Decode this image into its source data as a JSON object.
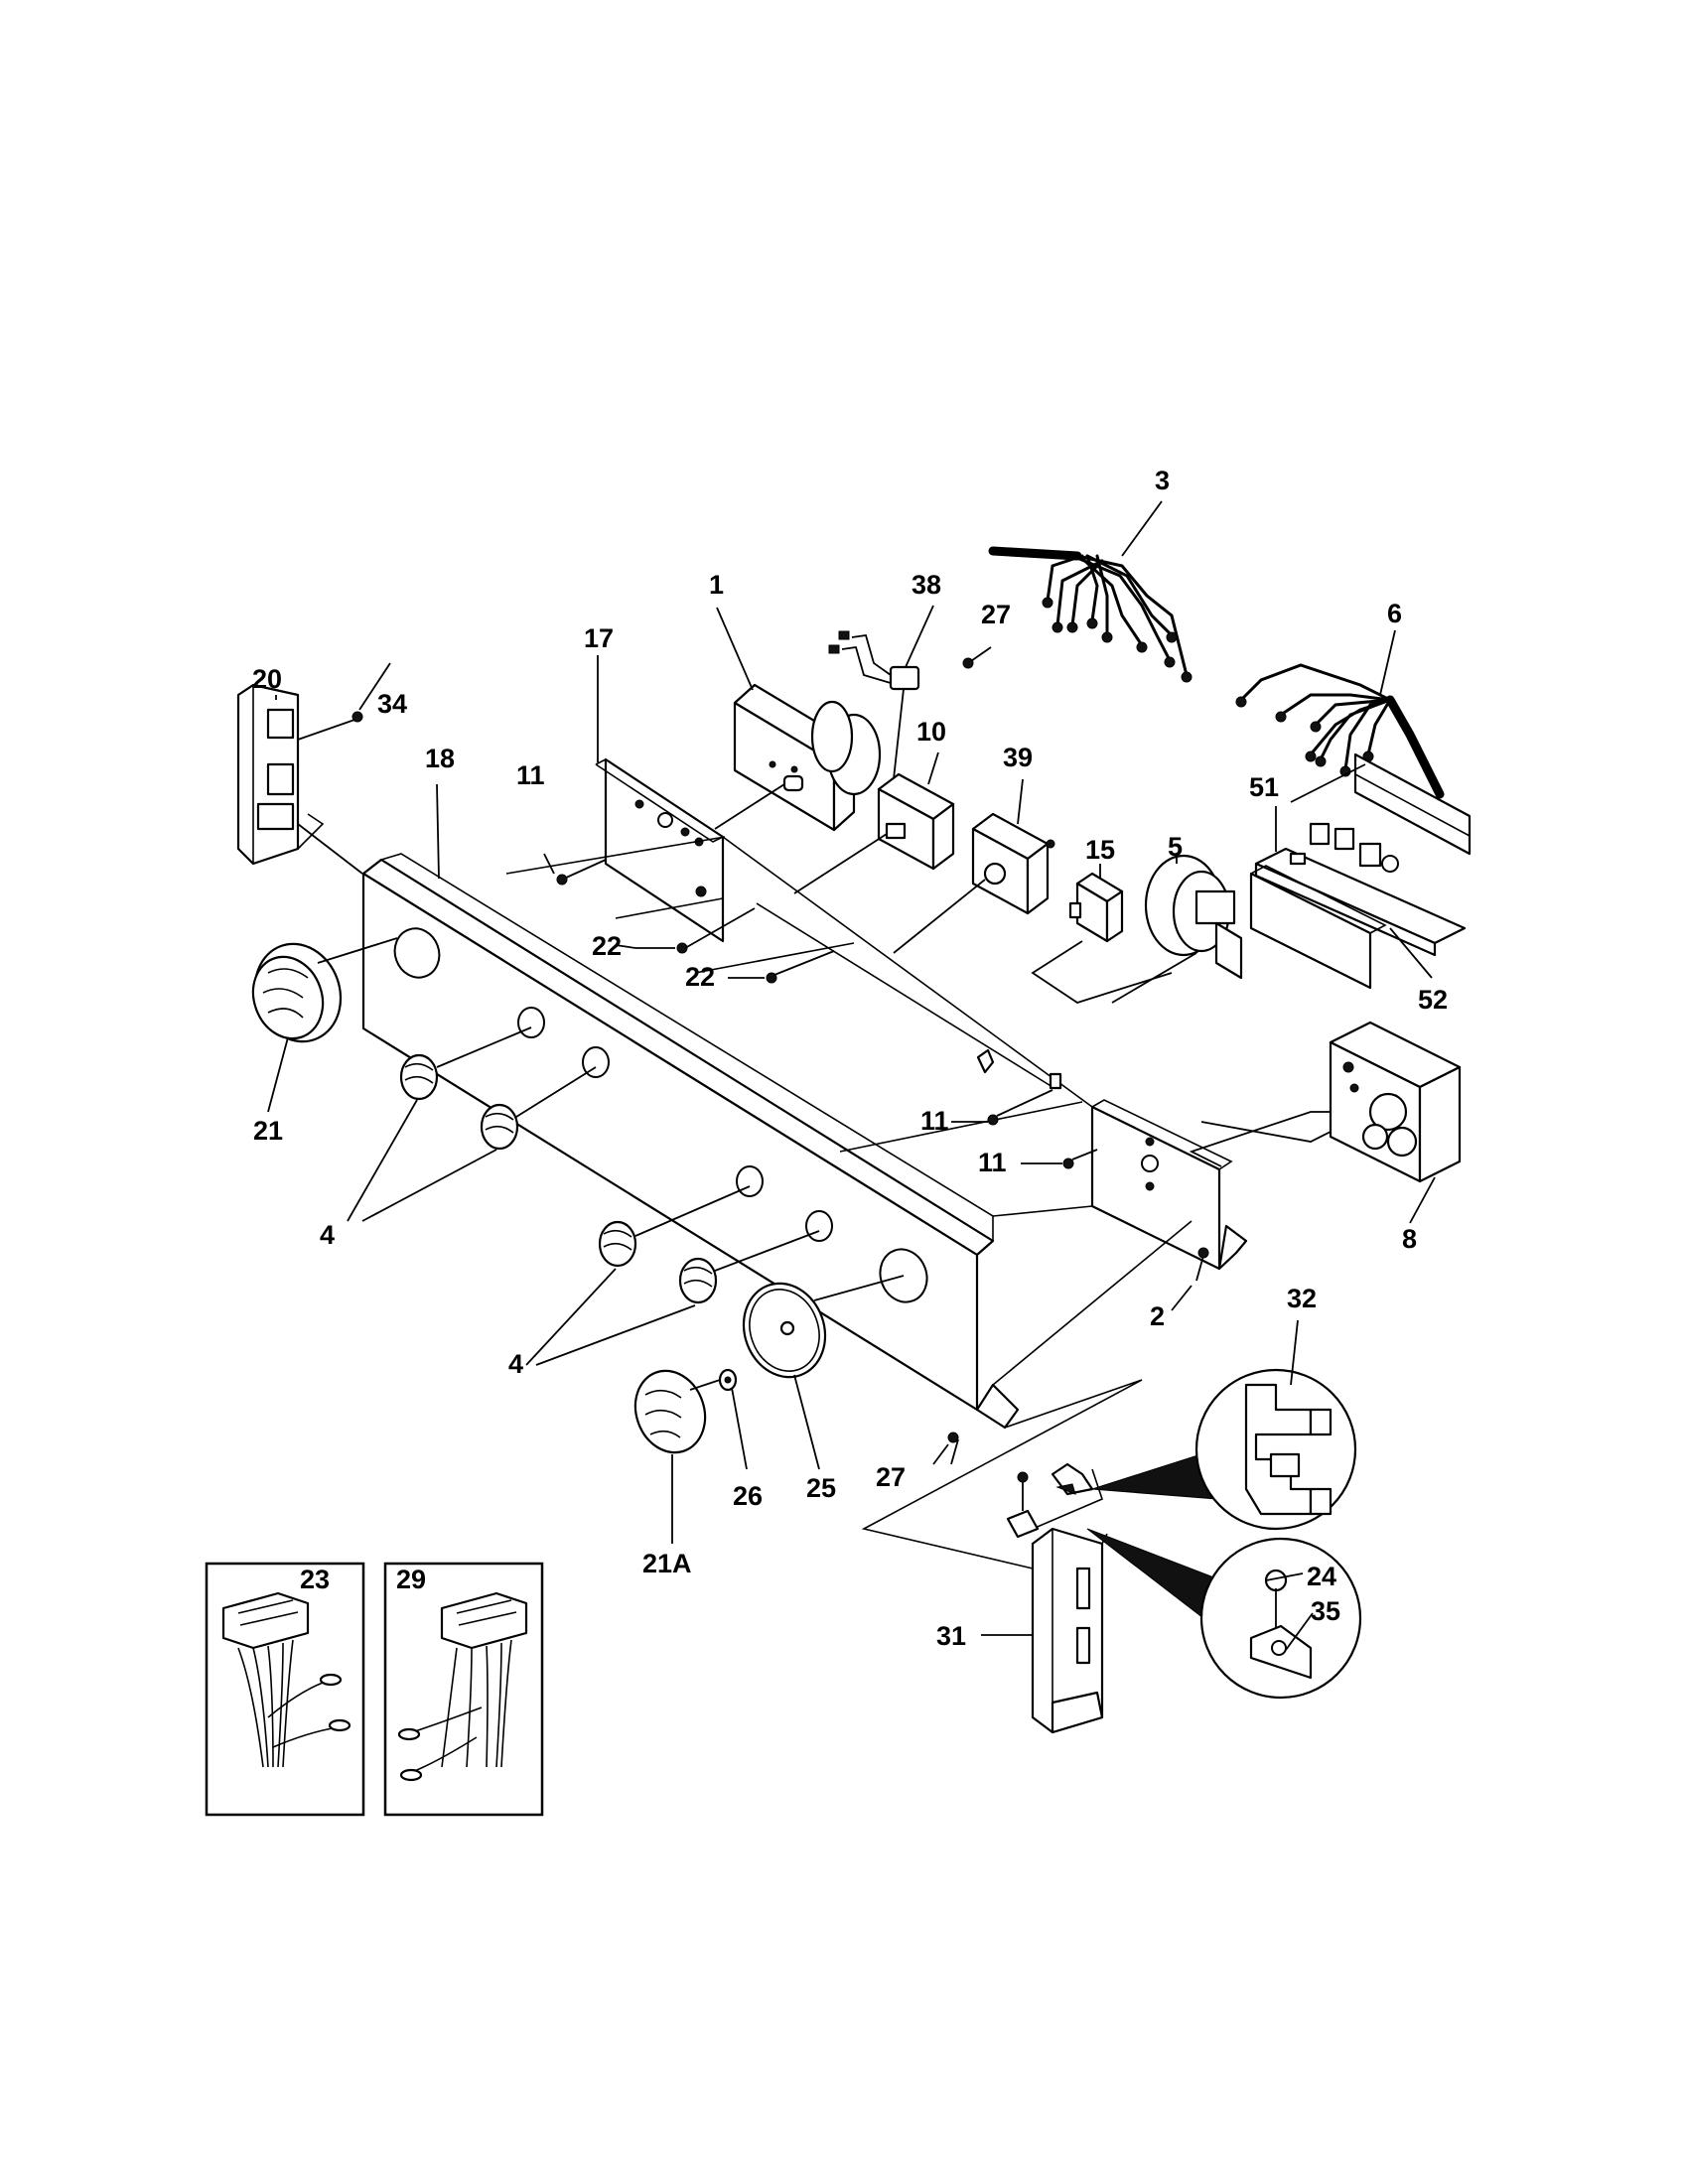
{
  "labels": {
    "p1": "1",
    "p2": "2",
    "p3": "3",
    "p4a": "4",
    "p4b": "4",
    "p5": "5",
    "p6": "6",
    "p8": "8",
    "p10": "10",
    "p11a": "11",
    "p11b": "11",
    "p11c": "11",
    "p15": "15",
    "p17": "17",
    "p18": "18",
    "p20": "20",
    "p21": "21",
    "p21a": "21A",
    "p22a": "22",
    "p22b": "22",
    "p23": "23",
    "p24": "24",
    "p25": "25",
    "p26": "26",
    "p27a": "27",
    "p27b": "27",
    "p29": "29",
    "p31": "31",
    "p32": "32",
    "p34": "34",
    "p35": "35",
    "p38": "38",
    "p39": "39",
    "p51": "51",
    "p52": "52"
  }
}
